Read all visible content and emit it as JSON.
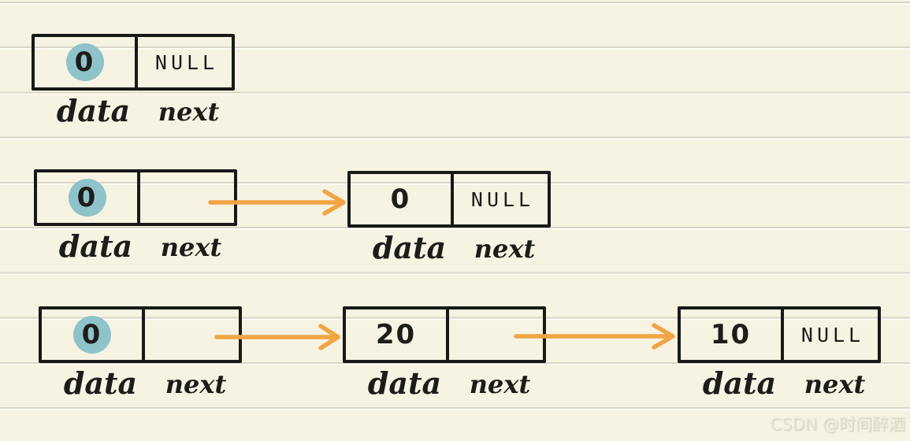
{
  "colors": {
    "paper": "#f6f3e3",
    "rule_line": "#d9d6c7",
    "box_border": "#191919",
    "ink": "#1d1c1a",
    "arrow": "#f0a544",
    "highlight_circle": "#8ec3ca",
    "watermark": "#eae7da"
  },
  "labels": {
    "data": "data",
    "next": "next"
  },
  "rows": [
    {
      "description": "single node list",
      "nodes": [
        {
          "data": "0",
          "highlighted": true,
          "next": "NULL"
        }
      ]
    },
    {
      "description": "two node list",
      "nodes": [
        {
          "data": "0",
          "highlighted": true,
          "next": ""
        },
        {
          "data": "0",
          "highlighted": false,
          "next": "NULL"
        }
      ]
    },
    {
      "description": "three node list",
      "nodes": [
        {
          "data": "0",
          "highlighted": true,
          "next": ""
        },
        {
          "data": "20",
          "highlighted": false,
          "next": ""
        },
        {
          "data": "10",
          "highlighted": false,
          "next": "NULL"
        }
      ]
    }
  ],
  "watermark": "CSDN @时间醉酒"
}
